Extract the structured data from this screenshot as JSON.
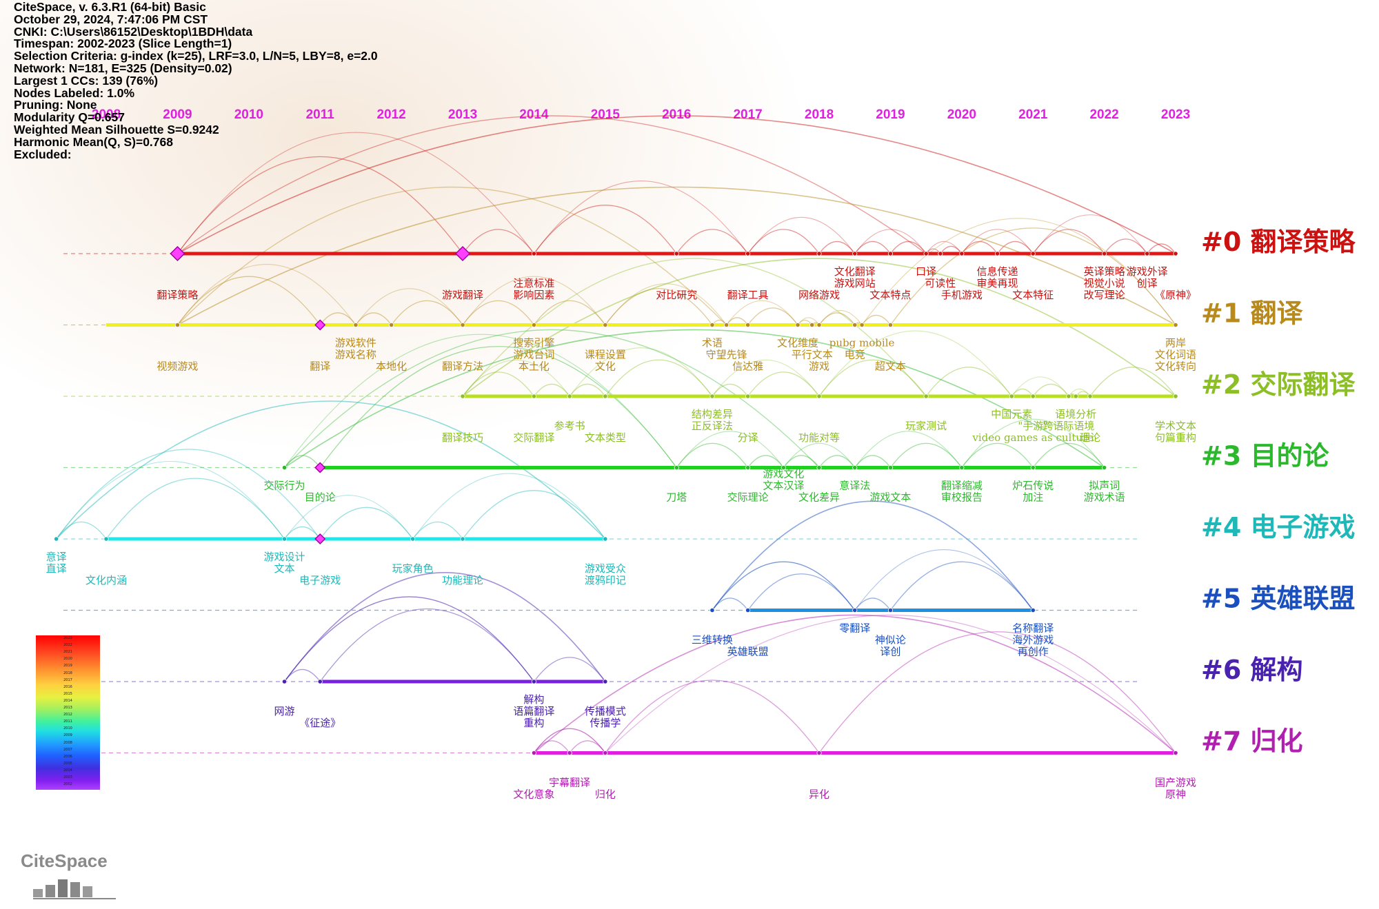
{
  "header": {
    "lines": [
      "CiteSpace, v. 6.3.R1 (64-bit) Basic",
      "October 29, 2024, 7:47:06 PM CST",
      "CNKI: C:\\Users\\86152\\Desktop\\1BDH\\data",
      "Timespan: 2002-2023 (Slice Length=1)",
      "Selection Criteria: g-index (k=25), LRF=3.0, L/N=5, LBY=8, e=2.0",
      "Network: N=181, E=325 (Density=0.02)",
      "Largest 1 CCs: 139 (76%)",
      "Nodes Labeled: 1.0%",
      "Pruning: None",
      "Modularity Q=0.657",
      "Weighted Mean Silhouette S=0.9242",
      "Harmonic Mean(Q, S)=0.768",
      "Excluded:"
    ]
  },
  "logo": {
    "text": "CiteSpace"
  },
  "legend": {
    "years": [
      "2023",
      "2022",
      "2021",
      "2020",
      "2019",
      "2018",
      "2017",
      "2016",
      "2015",
      "2014",
      "2013",
      "2012",
      "2011",
      "2010",
      "2009",
      "2008",
      "2007",
      "2006",
      "2005",
      "2004",
      "2003",
      "2002"
    ]
  },
  "chart_data": {
    "type": "timeline",
    "x": {
      "label": "year",
      "ticks": [
        "2008",
        "2009",
        "2010",
        "2011",
        "2012",
        "2013",
        "2014",
        "2015",
        "2016",
        "2017",
        "2018",
        "2019",
        "2020",
        "2021",
        "2022",
        "2023"
      ]
    },
    "clusters": [
      {
        "id": 0,
        "label": "#0 翻译策略",
        "color": "#cc1111",
        "start": 2009,
        "end": 2023,
        "keywords": [
          {
            "text": "翻译策略",
            "year": 2009.0,
            "row": 1
          },
          {
            "text": "游戏翻译",
            "year": 2013.0,
            "row": 1
          },
          {
            "text": "注意标准",
            "year": 2014.0,
            "row": 0
          },
          {
            "text": "影响因素",
            "year": 2014.0,
            "row": 1
          },
          {
            "text": "对比研究",
            "year": 2016.0,
            "row": 1
          },
          {
            "text": "翻译工具",
            "year": 2017.0,
            "row": 1
          },
          {
            "text": "文化翻译",
            "year": 2018.5,
            "row": -1
          },
          {
            "text": "游戏网站",
            "year": 2018.5,
            "row": 0
          },
          {
            "text": "网络游戏",
            "year": 2018.0,
            "row": 1
          },
          {
            "text": "文本特点",
            "year": 2019.0,
            "row": 1
          },
          {
            "text": "口译",
            "year": 2019.5,
            "row": -1
          },
          {
            "text": "可读性",
            "year": 2019.7,
            "row": 0
          },
          {
            "text": "手机游戏",
            "year": 2020.0,
            "row": 1
          },
          {
            "text": "信息传递",
            "year": 2020.5,
            "row": -1
          },
          {
            "text": "审美再现",
            "year": 2020.5,
            "row": 0
          },
          {
            "text": "文本特征",
            "year": 2021.0,
            "row": 1
          },
          {
            "text": "英译策略",
            "year": 2022.0,
            "row": -1
          },
          {
            "text": "游戏外译",
            "year": 2022.6,
            "row": -1
          },
          {
            "text": "视觉小说",
            "year": 2022.0,
            "row": 0
          },
          {
            "text": "创译",
            "year": 2022.6,
            "row": 0
          },
          {
            "text": "改写理论",
            "year": 2022.0,
            "row": 1
          },
          {
            "text": "《原神》",
            "year": 2023.0,
            "row": 1
          }
        ]
      },
      {
        "id": 1,
        "label": "#1 翻译",
        "color": "#b88a1c",
        "start": 2008,
        "end": 2023,
        "keywords": [
          {
            "text": "视频游戏",
            "year": 2009.0,
            "row": 1
          },
          {
            "text": "游戏软件",
            "year": 2011.5,
            "row": -1
          },
          {
            "text": "游戏名称",
            "year": 2011.5,
            "row": 0
          },
          {
            "text": "翻译",
            "year": 2011.0,
            "row": 1
          },
          {
            "text": "本地化",
            "year": 2012.0,
            "row": 1
          },
          {
            "text": "翻译方法",
            "year": 2013.0,
            "row": 1
          },
          {
            "text": "搜索引擎",
            "year": 2014.0,
            "row": -1
          },
          {
            "text": "游戏台词",
            "year": 2014.0,
            "row": 0
          },
          {
            "text": "本土化",
            "year": 2014.0,
            "row": 1
          },
          {
            "text": "课程设置",
            "year": 2015.0,
            "row": 0
          },
          {
            "text": "文化",
            "year": 2015.0,
            "row": 1
          },
          {
            "text": "术语",
            "year": 2016.5,
            "row": -1
          },
          {
            "text": "守望先锋",
            "year": 2016.7,
            "row": 0
          },
          {
            "text": "信达雅",
            "year": 2017.0,
            "row": 1
          },
          {
            "text": "文化维度",
            "year": 2017.7,
            "row": -1
          },
          {
            "text": "pubg mobile",
            "year": 2018.6,
            "row": -1
          },
          {
            "text": "平行文本",
            "year": 2017.9,
            "row": 0
          },
          {
            "text": "电竞",
            "year": 2018.5,
            "row": 0
          },
          {
            "text": "游戏",
            "year": 2018.0,
            "row": 1
          },
          {
            "text": "超文本",
            "year": 2019.0,
            "row": 1
          },
          {
            "text": "两岸",
            "year": 2023.0,
            "row": -1
          },
          {
            "text": "文化词语",
            "year": 2023.0,
            "row": 0
          },
          {
            "text": "文化转向",
            "year": 2023.0,
            "row": 1
          }
        ]
      },
      {
        "id": 2,
        "label": "#2 交际翻译",
        "color": "#8cbf26",
        "start": 2013,
        "end": 2023,
        "keywords": [
          {
            "text": "翻译技巧",
            "year": 2013.0,
            "row": 1
          },
          {
            "text": "交际翻译",
            "year": 2014.0,
            "row": 1
          },
          {
            "text": "参考书",
            "year": 2014.5,
            "row": 0
          },
          {
            "text": "文本类型",
            "year": 2015.0,
            "row": 1
          },
          {
            "text": "结构差异",
            "year": 2016.5,
            "row": -1
          },
          {
            "text": "正反译法",
            "year": 2016.5,
            "row": 0
          },
          {
            "text": "分译",
            "year": 2017.0,
            "row": 1
          },
          {
            "text": "功能对等",
            "year": 2018.0,
            "row": 1
          },
          {
            "text": "玩家测试",
            "year": 2019.5,
            "row": 0
          },
          {
            "text": "中国元素",
            "year": 2020.7,
            "row": -1
          },
          {
            "text": "语境分析",
            "year": 2021.6,
            "row": -1
          },
          {
            "text": "\"手游\"",
            "year": 2021.0,
            "row": 0
          },
          {
            "text": "跨语际语境",
            "year": 2021.5,
            "row": 0
          },
          {
            "text": "video games as culture",
            "year": 2021.0,
            "row": 1
          },
          {
            "text": "理论",
            "year": 2021.8,
            "row": 1
          },
          {
            "text": "学术文本",
            "year": 2023.0,
            "row": 0
          },
          {
            "text": "句篇重构",
            "year": 2023.0,
            "row": 1
          }
        ]
      },
      {
        "id": 3,
        "label": "#3 目的论",
        "color": "#2cb82c",
        "start": 2011,
        "end": 2022,
        "keywords": [
          {
            "text": "交际行为",
            "year": 2010.5,
            "row": -1
          },
          {
            "text": "目的论",
            "year": 2011.0,
            "row": 0
          },
          {
            "text": "刀塔",
            "year": 2016.0,
            "row": 0
          },
          {
            "text": "交际理论",
            "year": 2017.0,
            "row": 0
          },
          {
            "text": "游戏文化",
            "year": 2017.5,
            "row": -2
          },
          {
            "text": "文本汉译",
            "year": 2017.5,
            "row": -1
          },
          {
            "text": "文化差异",
            "year": 2018.0,
            "row": 0
          },
          {
            "text": "意译法",
            "year": 2018.5,
            "row": -1
          },
          {
            "text": "游戏文本",
            "year": 2019.0,
            "row": 0
          },
          {
            "text": "翻译缩减",
            "year": 2020.0,
            "row": -1
          },
          {
            "text": "审校报告",
            "year": 2020.0,
            "row": 0
          },
          {
            "text": "炉石传说",
            "year": 2021.0,
            "row": -1
          },
          {
            "text": "加注",
            "year": 2021.0,
            "row": 0
          },
          {
            "text": "拟声词",
            "year": 2022.0,
            "row": -1
          },
          {
            "text": "游戏术语",
            "year": 2022.0,
            "row": 0
          }
        ]
      },
      {
        "id": 4,
        "label": "#4 电子游戏",
        "color": "#1fb8b8",
        "start": 2008,
        "end": 2015,
        "keywords": [
          {
            "text": "意译",
            "year": 2007.3,
            "row": -1
          },
          {
            "text": "直译",
            "year": 2007.3,
            "row": 0
          },
          {
            "text": "文化内涵",
            "year": 2008.0,
            "row": 1
          },
          {
            "text": "游戏设计",
            "year": 2010.5,
            "row": -1
          },
          {
            "text": "文本",
            "year": 2010.5,
            "row": 0
          },
          {
            "text": "电子游戏",
            "year": 2011.0,
            "row": 1
          },
          {
            "text": "玩家角色",
            "year": 2012.3,
            "row": 0
          },
          {
            "text": "功能理论",
            "year": 2013.0,
            "row": 1
          },
          {
            "text": "游戏受众",
            "year": 2015.0,
            "row": 0
          },
          {
            "text": "渡鸦印记",
            "year": 2015.0,
            "row": 1
          }
        ]
      },
      {
        "id": 5,
        "label": "#5 英雄联盟",
        "color": "#1a4fc0",
        "start": 2017,
        "end": 2021,
        "keywords": [
          {
            "text": "三维转换",
            "year": 2016.5,
            "row": 0
          },
          {
            "text": "英雄联盟",
            "year": 2017.0,
            "row": 1
          },
          {
            "text": "零翻译",
            "year": 2018.5,
            "row": -1
          },
          {
            "text": "神似论",
            "year": 2019.0,
            "row": 0
          },
          {
            "text": "译创",
            "year": 2019.0,
            "row": 1
          },
          {
            "text": "名称翻译",
            "year": 2021.0,
            "row": -1
          },
          {
            "text": "海外游戏",
            "year": 2021.0,
            "row": 0
          },
          {
            "text": "再创作",
            "year": 2021.0,
            "row": 1
          }
        ]
      },
      {
        "id": 6,
        "label": "#6 解构",
        "color": "#4a22b0",
        "start": 2011,
        "end": 2015,
        "keywords": [
          {
            "text": "网游",
            "year": 2010.5,
            "row": 0
          },
          {
            "text": "《征途》",
            "year": 2011.0,
            "row": 1
          },
          {
            "text": "解构",
            "year": 2014.0,
            "row": -1
          },
          {
            "text": "语篇翻译",
            "year": 2014.0,
            "row": 0
          },
          {
            "text": "重构",
            "year": 2014.0,
            "row": 1
          },
          {
            "text": "传播模式",
            "year": 2015.0,
            "row": 0
          },
          {
            "text": "传播学",
            "year": 2015.0,
            "row": 1
          }
        ]
      },
      {
        "id": 7,
        "label": "#7 归化",
        "color": "#b01fb0",
        "start": 2014,
        "end": 2023,
        "keywords": [
          {
            "text": "宇幕翻译",
            "year": 2014.5,
            "row": 0
          },
          {
            "text": "文化意象",
            "year": 2014.0,
            "row": 1
          },
          {
            "text": "归化",
            "year": 2015.0,
            "row": 1
          },
          {
            "text": "异化",
            "year": 2018.0,
            "row": 1
          },
          {
            "text": "国产游戏",
            "year": 2023.0,
            "row": 0
          },
          {
            "text": "原神",
            "year": 2023.0,
            "row": 1
          }
        ]
      }
    ]
  },
  "colors": {
    "yearLabel": "#e020e0",
    "line0": "#e01818",
    "line1": "#f0f020",
    "line2": "#b8e020",
    "line3": "#20d020",
    "line4": "#20e8e8",
    "line5": "#1f8fe0",
    "line6": "#7a20e0",
    "line7": "#e020e0"
  }
}
